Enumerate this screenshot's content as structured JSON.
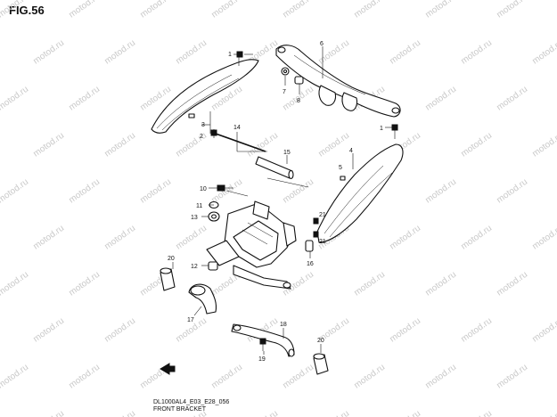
{
  "figure": {
    "title": "FIG.56",
    "code": "DL1000AL4_E03_E28_056",
    "caption": "FRONT BRACKET"
  },
  "watermark": {
    "text": "motod.ru",
    "color": "#c9c9c9"
  },
  "callouts": [
    "1",
    "2",
    "3",
    "4",
    "5",
    "6",
    "7",
    "8",
    "1",
    "10",
    "11",
    "13",
    "14",
    "15",
    "16",
    "12",
    "17",
    "18",
    "19",
    "20",
    "20",
    "21",
    "21"
  ]
}
